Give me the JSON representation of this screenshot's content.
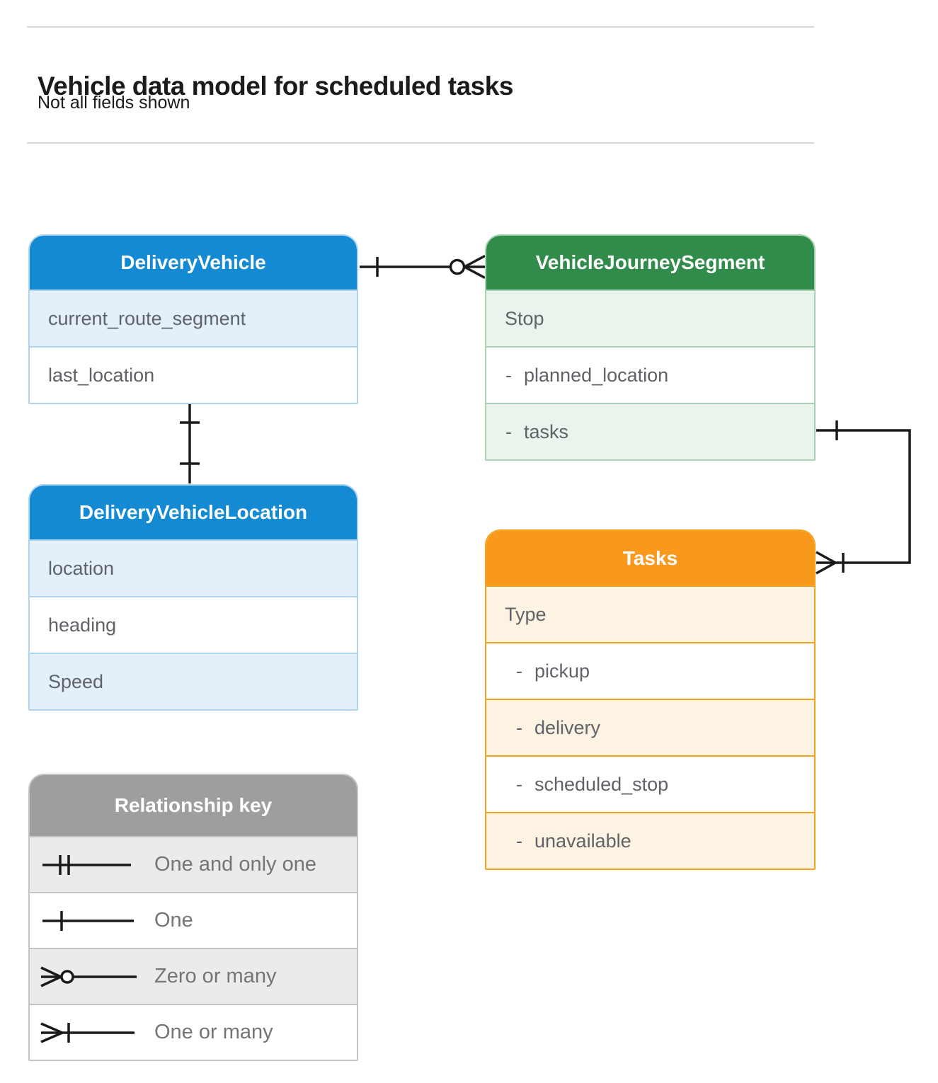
{
  "page": {
    "title": "Vehicle data model for scheduled tasks",
    "subtitle": "Not all fields shown"
  },
  "colors": {
    "blue_header": "#148AD3",
    "blue_tint": "#E3F0FA",
    "blue_border": "#AFD4F0",
    "green_header": "#318B4B",
    "green_tint": "#E9F4EC",
    "green_border": "#A9D3B4",
    "orange_header": "#F8991D",
    "orange_tint": "#FDF3E2",
    "orange_border": "#F5A31F",
    "gray_header": "#9E9E9E",
    "gray_tint": "#EBEBEB",
    "gray_border": "#C4C4C4",
    "row_text": "#5F6368",
    "legend_text": "#757575",
    "connector": "#1A1A1A"
  },
  "entities": [
    {
      "title": "DeliveryVehicle",
      "rows": [
        {
          "text": "current_route_segment"
        },
        {
          "text": "last_location"
        }
      ]
    },
    {
      "title": "VehicleJourneySegment",
      "rows": [
        {
          "text": "Stop"
        },
        {
          "dash": "-",
          "text": "planned_location"
        },
        {
          "dash": "-",
          "text": "tasks"
        }
      ]
    },
    {
      "title": "DeliveryVehicleLocation",
      "rows": [
        {
          "text": "location"
        },
        {
          "text": "heading"
        },
        {
          "text": "Speed"
        }
      ]
    },
    {
      "title": "Tasks",
      "rows": [
        {
          "text": "Type"
        },
        {
          "dash": "-",
          "text": "pickup"
        },
        {
          "dash": "-",
          "text": "delivery"
        },
        {
          "dash": "-",
          "text": "scheduled_stop"
        },
        {
          "dash": "-",
          "text": "unavailable"
        }
      ]
    }
  ],
  "legend": {
    "title": "Relationship key",
    "items": [
      {
        "symbol": "one-and-only-one",
        "label": "One and only one"
      },
      {
        "symbol": "one",
        "label": "One"
      },
      {
        "symbol": "zero-or-many",
        "label": "Zero or many"
      },
      {
        "symbol": "one-or-many",
        "label": "One or many"
      }
    ]
  },
  "relationships": [
    {
      "from": "DeliveryVehicle",
      "to": "VehicleJourneySegment",
      "from_cardinality": "one",
      "to_cardinality": "zero-or-many"
    },
    {
      "from": "DeliveryVehicle",
      "to": "DeliveryVehicleLocation",
      "from_cardinality": "one",
      "to_cardinality": "one"
    },
    {
      "from": "VehicleJourneySegment.tasks",
      "to": "Tasks",
      "from_cardinality": "one",
      "to_cardinality": "one-or-many"
    }
  ]
}
